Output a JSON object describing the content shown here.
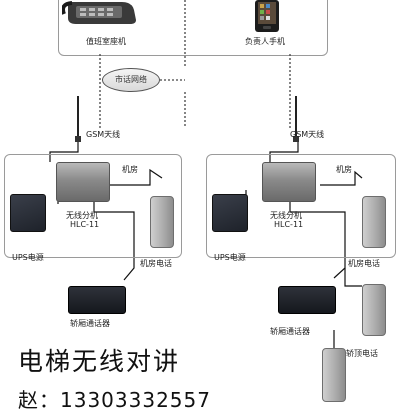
{
  "top": {
    "duty_phone_label": "值班室座机",
    "mobile_label": "负责人手机"
  },
  "network": {
    "label": "市话网络"
  },
  "antennas": {
    "left_label": "GSM天线",
    "right_label": "GSM天线"
  },
  "left_room": {
    "room_label": "机房",
    "hub_label_line1": "无线分机",
    "hub_label_line2": "HLC-11",
    "ups_label": "UPS电源",
    "room_phone_label": "机房电话",
    "car_intercom_label": "轿厢通话器"
  },
  "right_room": {
    "room_label": "机房",
    "hub_label_line1": "无线分机",
    "hub_label_line2": "HLC-11",
    "ups_label": "UPS电源",
    "room_phone_label": "机房电话",
    "car_intercom_label": "轿厢通话器",
    "car_top_phone_label": "轿顶电话"
  },
  "footer": {
    "title": "电梯无线对讲",
    "contact": "赵：13303332557"
  },
  "colors": {
    "line": "#111111",
    "dotted": "#444444",
    "frame": "#9a9a9a"
  }
}
